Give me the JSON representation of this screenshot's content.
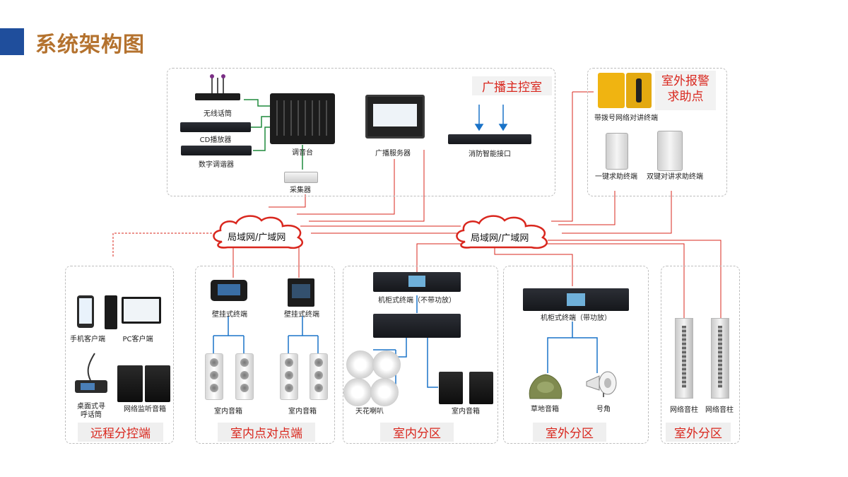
{
  "header": {
    "title": "系统架构图"
  },
  "master_room": {
    "title": "广播主控室",
    "labels": {
      "wireless_mic": "无线话筒",
      "cd_player": "CD播放器",
      "tuner": "数字调谐器",
      "mixer": "调音台",
      "collector": "采集器",
      "server": "广播服务器",
      "fire_interface": "消防智能接口"
    }
  },
  "alarm": {
    "title_line1": "室外报警",
    "title_line2": "求助点",
    "labels": {
      "dial_intercom": "带拨号网络对讲终端",
      "one_key": "一键求助终端",
      "dual_key": "双键对讲求助终端"
    }
  },
  "network": {
    "cloud_left": "局域网/广域网",
    "cloud_right": "局域网/广域网"
  },
  "zones": {
    "remote": {
      "title": "远程分控端",
      "labels": {
        "mobile": "手机客户端",
        "pc": "PC客户端",
        "desk_mic_1": "桌面式寻",
        "desk_mic_2": "呼话筒",
        "monitor_speaker": "网络监听音箱"
      }
    },
    "p2p": {
      "title": "室内点对点端",
      "labels": {
        "wall_left": "壁挂式终端",
        "wall_right": "壁挂式终端",
        "speaker_left": "室内音箱",
        "speaker_right": "室内音箱"
      }
    },
    "indoor": {
      "title": "室内分区",
      "labels": {
        "rack_no_amp": "机柜式终端（不带功放）",
        "ceiling": "天花喇叭",
        "speaker": "室内音箱"
      }
    },
    "outdoor": {
      "title": "室外分区",
      "labels": {
        "rack_amp": "机柜式终端（带功放）",
        "lawn": "草地音箱",
        "horn": "号角"
      }
    },
    "outdoor2": {
      "title": "室外分区",
      "labels": {
        "column_left": "网络音柱",
        "column_right": "网络音柱"
      }
    }
  },
  "colors": {
    "title_text": "#b4722e",
    "title_bar": "#1f4e9c",
    "network_line": "#d9271e",
    "connector_line": "#1e8a3c",
    "blue_line": "#1a73c8"
  }
}
